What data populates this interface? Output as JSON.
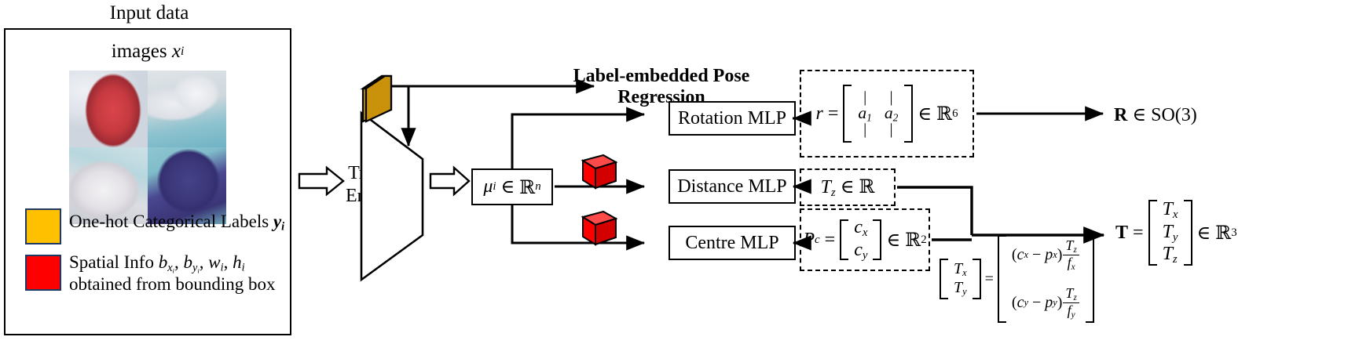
{
  "input_panel": {
    "title": "Input data",
    "images_label": "images xi",
    "legend": [
      {
        "name": "one-hot-labels",
        "color": "#FFC000",
        "border": "#1F3864",
        "text": "One-hot Categorical Labels yi"
      },
      {
        "name": "spatial-info",
        "color": "#FF0000",
        "border": "#1F3864",
        "text": "Spatial Info bxi, byi, wi, hi obtained from bounding box"
      }
    ],
    "image_tiles": [
      {
        "name": "tile-red-object"
      },
      {
        "name": "tile-white-device"
      },
      {
        "name": "tile-white-box"
      },
      {
        "name": "tile-navy-cushion"
      }
    ]
  },
  "encoder": {
    "label_line1": "Trained",
    "label_line2": "Encoder",
    "embedding_color": "#C9920A"
  },
  "latent": {
    "label": "μi ∈ ℝn"
  },
  "section": {
    "title": "Label-embedded Pose Regression"
  },
  "mlps": [
    {
      "name": "rotation-mlp",
      "label": "Rotation MLP"
    },
    {
      "name": "distance-mlp",
      "label": "Distance MLP"
    },
    {
      "name": "centre-mlp",
      "label": "Centre MLP"
    }
  ],
  "cubes": [
    {
      "name": "spatial-cube-distance",
      "color": "#FF0000"
    },
    {
      "name": "spatial-cube-centre",
      "color": "#FF0000"
    }
  ],
  "outputs": {
    "rotation": {
      "lhs": "r =",
      "cells": [
        "a1",
        "a2"
      ],
      "space": "∈ ℝ6"
    },
    "distance": {
      "text": "Tz ∈ ℝ"
    },
    "centre": {
      "lhs": "Pc =",
      "cells": [
        "cx",
        "cy"
      ],
      "space": "∈ ℝ2"
    }
  },
  "final": {
    "rotation_result": "R ∈ SO(3)",
    "translation_result": {
      "lhs": "T =",
      "cells": [
        "Tx",
        "Ty",
        "Tz"
      ],
      "space": "∈ ℝ3"
    },
    "translation_equation": {
      "lhs_cells": [
        "Tx",
        "Ty"
      ],
      "eq": "=",
      "row1": {
        "paren": "(cx − px)",
        "num": "Tz",
        "den": "fx"
      },
      "row2": {
        "paren": "(cy − py)",
        "num": "Tz",
        "den": "fy"
      }
    }
  }
}
